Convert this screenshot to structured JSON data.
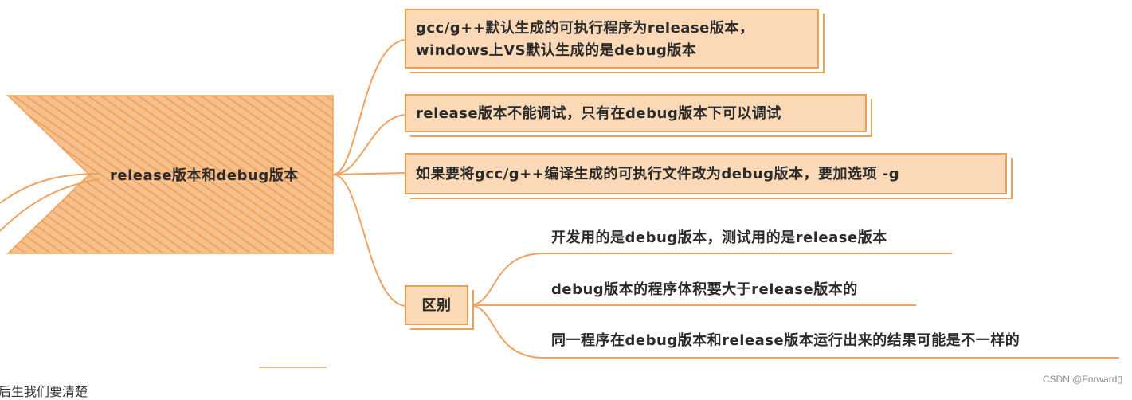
{
  "root": {
    "label": "release版本和debug版本"
  },
  "branches": [
    {
      "text": "gcc/g++默认生成的可执行程序为release版本，\nwindows上VS默认生成的是debug版本"
    },
    {
      "text": "release版本不能调试，只有在debug版本下可以调试"
    },
    {
      "text": "如果要将gcc/g++编译生成的可执行文件改为debug版本，要加选项 -g"
    },
    {
      "text": "区别"
    }
  ],
  "differences": [
    "开发用的是debug版本，测试用的是release版本",
    "debug版本的程序体积要大于release版本的",
    "同一程序在debug版本和release版本运行出来的结果可能是不一样的"
  ],
  "footer": {
    "watermark": "CSDN @Forward▯",
    "cut_text": "后生我们要清楚"
  },
  "colors": {
    "accent_fill": "#fbd9b6",
    "accent_stroke": "#e9a25c",
    "ribbon": "#f4b27a"
  }
}
